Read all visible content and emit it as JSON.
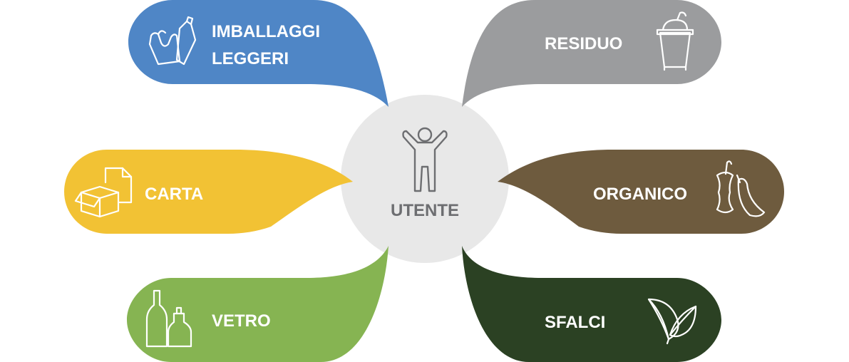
{
  "center": {
    "label": "UTENTE",
    "icon": "person-arms-raised-icon",
    "color": "#e8e8e8"
  },
  "categories": {
    "imballaggi": {
      "line1": "IMBALLAGGI",
      "line2": "LEGGERI",
      "color": "#4f86c6",
      "icon": "bag-and-bottle-icon"
    },
    "carta": {
      "label": "CARTA",
      "color": "#f2c234",
      "icon": "box-and-paper-icon"
    },
    "vetro": {
      "label": "VETRO",
      "color": "#86b452",
      "icon": "glass-bottles-icon"
    },
    "residuo": {
      "label": "RESIDUO",
      "color": "#9b9c9e",
      "icon": "trash-bin-icon"
    },
    "organico": {
      "label": "ORGANICO",
      "color": "#6e5b3e",
      "icon": "apple-core-banana-icon"
    },
    "sfalci": {
      "label": "SFALCI",
      "color": "#2b4123",
      "icon": "leaves-icon"
    }
  }
}
